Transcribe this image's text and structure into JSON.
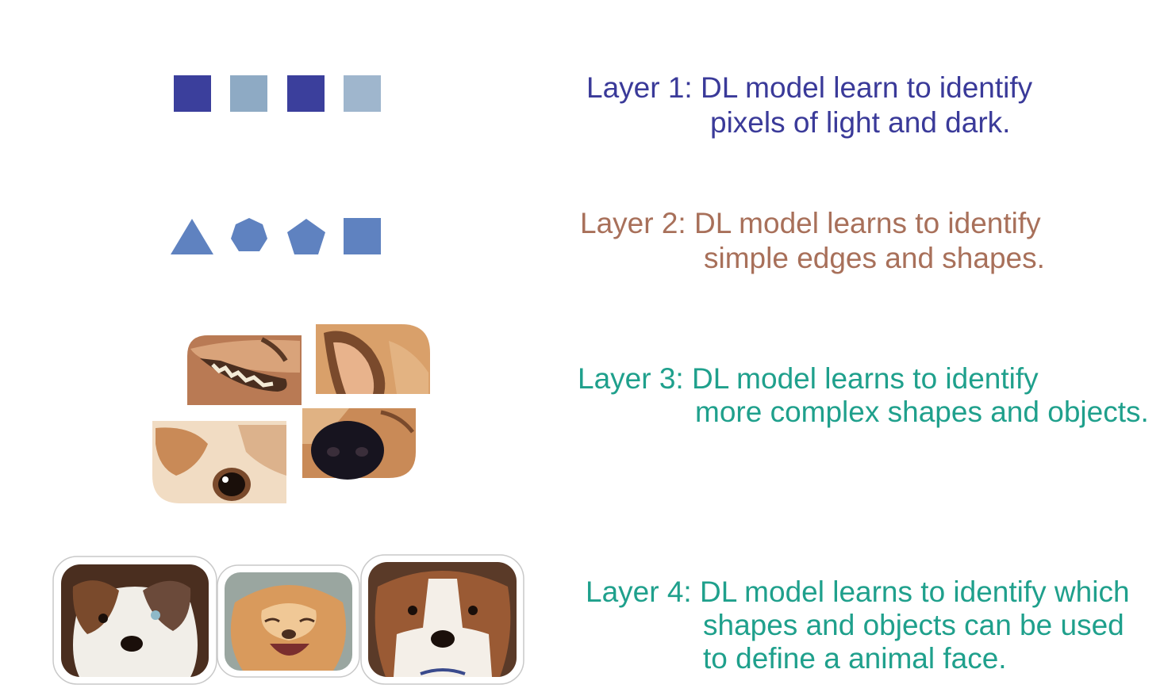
{
  "layers": [
    {
      "id": "layer-1",
      "line1": "Layer 1: DL model learn to identify",
      "line2": "pixels of light and dark.",
      "line3": "",
      "color": "#3a3a99"
    },
    {
      "id": "layer-2",
      "line1": "Layer 2: DL model learns to identify",
      "line2": "simple edges and shapes.",
      "line3": "",
      "color": "#a8705a"
    },
    {
      "id": "layer-3",
      "line1": "Layer 3: DL model learns to identify",
      "line2": "more complex shapes and objects.",
      "line3": "",
      "color": "#1fa08c"
    },
    {
      "id": "layer-4",
      "line1": "Layer 4: DL model learns to identify which",
      "line2": "shapes and objects can be used",
      "line3": "to define a animal face.",
      "color": "#1fa08c"
    }
  ],
  "colors": {
    "dark_square": "#3b3f9c",
    "light_square": "#8eaac4",
    "shape_fill": "#5f82c0",
    "photo_tan": "#c98a57",
    "photo_dark": "#4a2e1f",
    "photo_cream": "#f1dcc3"
  },
  "icons": {
    "layer1": [
      "dark-square-icon",
      "light-square-icon",
      "dark-square-icon",
      "light-square-icon"
    ],
    "layer2": [
      "triangle-icon",
      "heptagon-icon",
      "pentagon-icon",
      "square-icon"
    ],
    "layer3": [
      "dog-mouth-patch",
      "dog-ear-patch",
      "dog-eye-patch",
      "dog-nose-patch"
    ],
    "layer4": [
      "australian-shepherd-face",
      "golden-retriever-face",
      "beagle-mix-face"
    ]
  }
}
